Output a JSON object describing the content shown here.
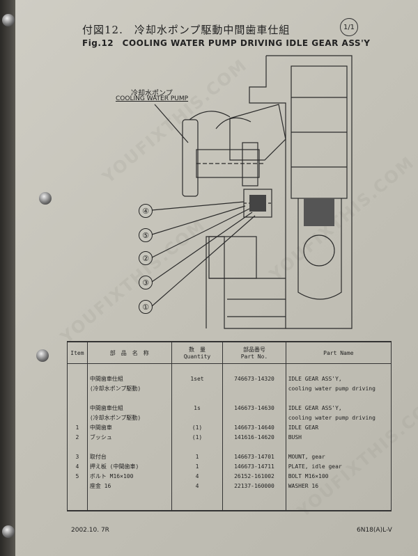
{
  "header": {
    "title_jp": "付図12.　冷却水ポンプ駆動中間歯車仕組",
    "title_en": "Fig.12　COOLING WATER PUMP DRIVING IDLE GEAR ASS'Y",
    "sheet_number": "1/1"
  },
  "watermark": "YOUFIXTHIS.COM",
  "drawing": {
    "label_jp": "冷却水ポンプ",
    "label_en": "COOLING WATER PUMP",
    "callouts": [
      "④",
      "⑤",
      "②",
      "③",
      "①"
    ]
  },
  "table": {
    "headers": {
      "item": "Item",
      "name_jp": "部　品　名　称",
      "qty_jp": "数　量",
      "qty_en": "Quantity",
      "pno_jp": "部品番号",
      "pno_en": "Part No.",
      "pname": "Part Name"
    },
    "rows": [
      {
        "item": "",
        "name": "",
        "qty": "",
        "pno": "",
        "pname": ""
      },
      {
        "item": "",
        "name": "中間歯車仕組",
        "qty": "1set",
        "pno": "746673-14320",
        "pname": "IDLE GEAR ASS'Y,"
      },
      {
        "item": "",
        "name": "(冷却水ポンプ駆動)",
        "qty": "",
        "pno": "",
        "pname": "cooling water pump driving"
      },
      {
        "item": "",
        "name": "",
        "qty": "",
        "pno": "",
        "pname": ""
      },
      {
        "item": "",
        "name": "中間歯車仕組",
        "qty": "1s",
        "pno": "146673-14630",
        "pname": "IDLE GEAR ASS'Y,"
      },
      {
        "item": "",
        "name": "(冷却水ポンプ駆動)",
        "qty": "",
        "pno": "",
        "pname": "cooling water pump driving"
      },
      {
        "item": "1",
        "name": "中間歯車",
        "qty": "(1)",
        "pno": "146673-14640",
        "pname": "IDLE GEAR"
      },
      {
        "item": "2",
        "name": "ブッシュ",
        "qty": "(1)",
        "pno": "141616-14620",
        "pname": "BUSH"
      },
      {
        "item": "",
        "name": "",
        "qty": "",
        "pno": "",
        "pname": ""
      },
      {
        "item": "3",
        "name": "取付台",
        "qty": "1",
        "pno": "146673-14701",
        "pname": "MOUNT, gear"
      },
      {
        "item": "4",
        "name": "押え板 (中間歯車)",
        "qty": "1",
        "pno": "146673-14711",
        "pname": "PLATE, idle gear"
      },
      {
        "item": "5",
        "name": "ボルト M16×100",
        "qty": "4",
        "pno": "26152-161002",
        "pname": "BOLT M16×100"
      },
      {
        "item": "",
        "name": "座金 16",
        "qty": "4",
        "pno": "22137-160000",
        "pname": "WASHER 16"
      },
      {
        "item": "",
        "name": "",
        "qty": "",
        "pno": "",
        "pname": ""
      },
      {
        "item": "",
        "name": "",
        "qty": "",
        "pno": "",
        "pname": ""
      }
    ]
  },
  "footer": {
    "date": "2002.10. 7R",
    "code": "6N18(A)L-V"
  }
}
